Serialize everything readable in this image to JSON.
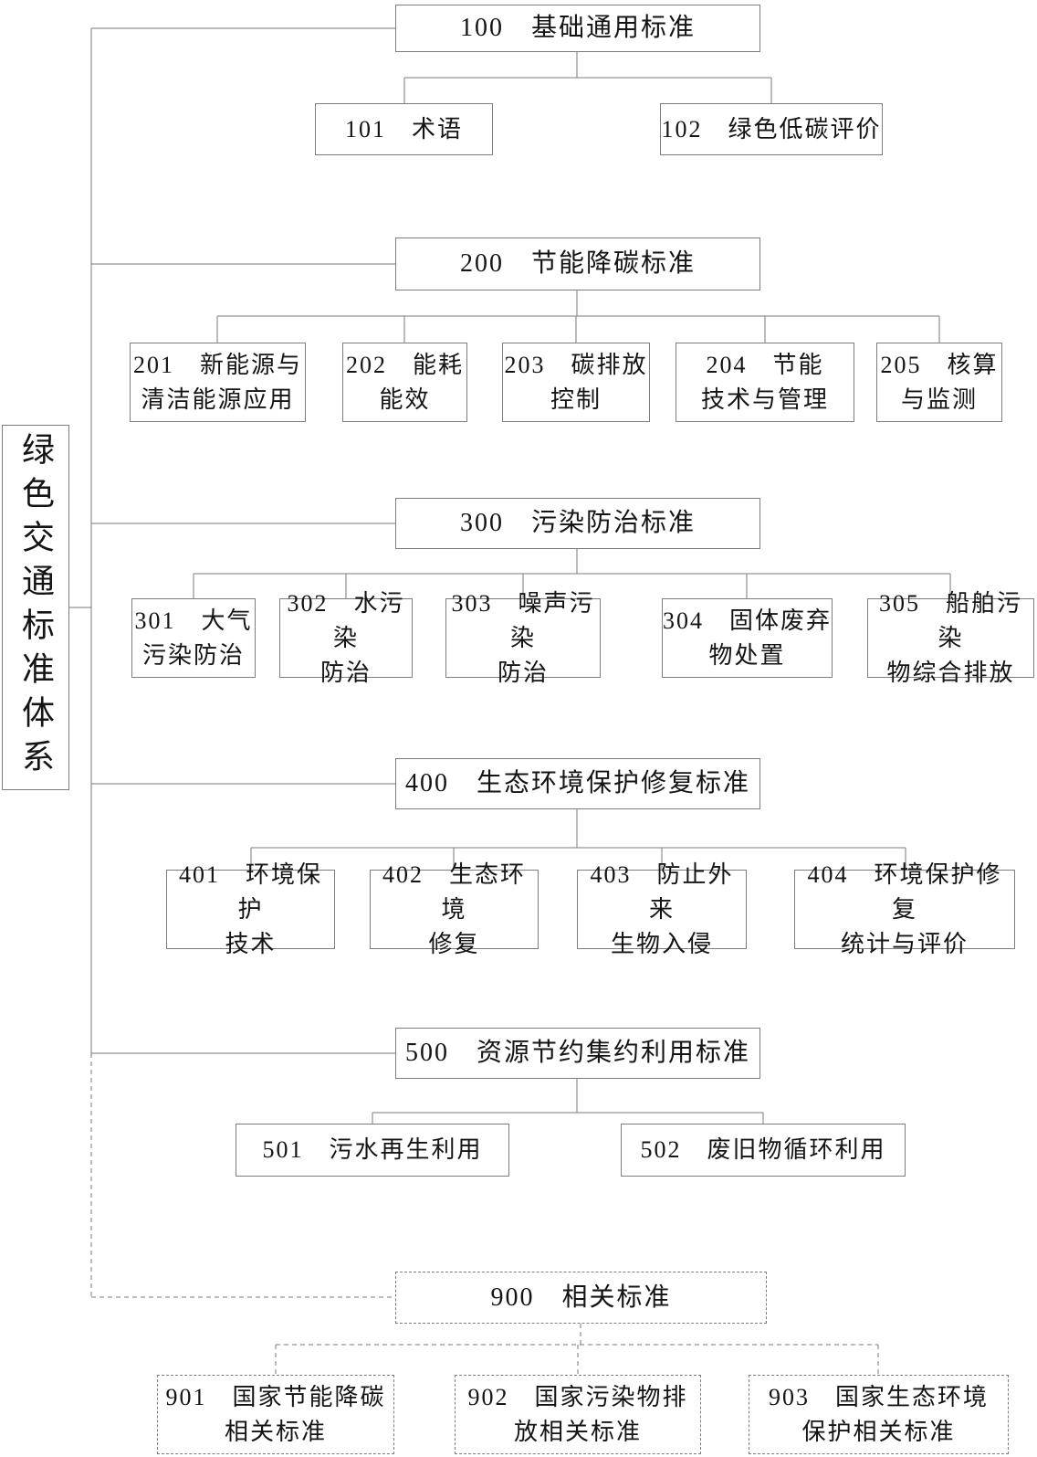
{
  "diagram": {
    "root": "绿色交通标准体系",
    "sections": [
      {
        "label": "100　基础通用标准",
        "children": [
          "101　术语",
          "102　绿色低碳评价"
        ]
      },
      {
        "label": "200　节能降碳标准",
        "children": [
          "201　新能源与\n清洁能源应用",
          "202　能耗\n能效",
          "203　碳排放\n控制",
          "204　节能\n技术与管理",
          "205　核算\n与监测"
        ]
      },
      {
        "label": "300　污染防治标准",
        "children": [
          "301　大气\n污染防治",
          "302　水污染\n防治",
          "303　噪声污染\n防治",
          "304　固体废弃\n物处置",
          "305　船舶污染\n物综合排放"
        ]
      },
      {
        "label": "400　生态环境保护修复标准",
        "children": [
          "401　环境保护\n技术",
          "402　生态环境\n修复",
          "403　防止外来\n生物入侵",
          "404　环境保护修复\n统计与评价"
        ]
      },
      {
        "label": "500　资源节约集约利用标准",
        "children": [
          "501　污水再生利用",
          "502　废旧物循环利用"
        ]
      },
      {
        "label": "900　相关标准",
        "children": [
          "901　国家节能降碳\n相关标准",
          "902　国家污染物排\n放相关标准",
          "903　国家生态环境\n保护相关标准"
        ]
      }
    ],
    "colors": {
      "line": "#7a7a7a",
      "text": "#141414",
      "background": "#ffffff"
    }
  }
}
